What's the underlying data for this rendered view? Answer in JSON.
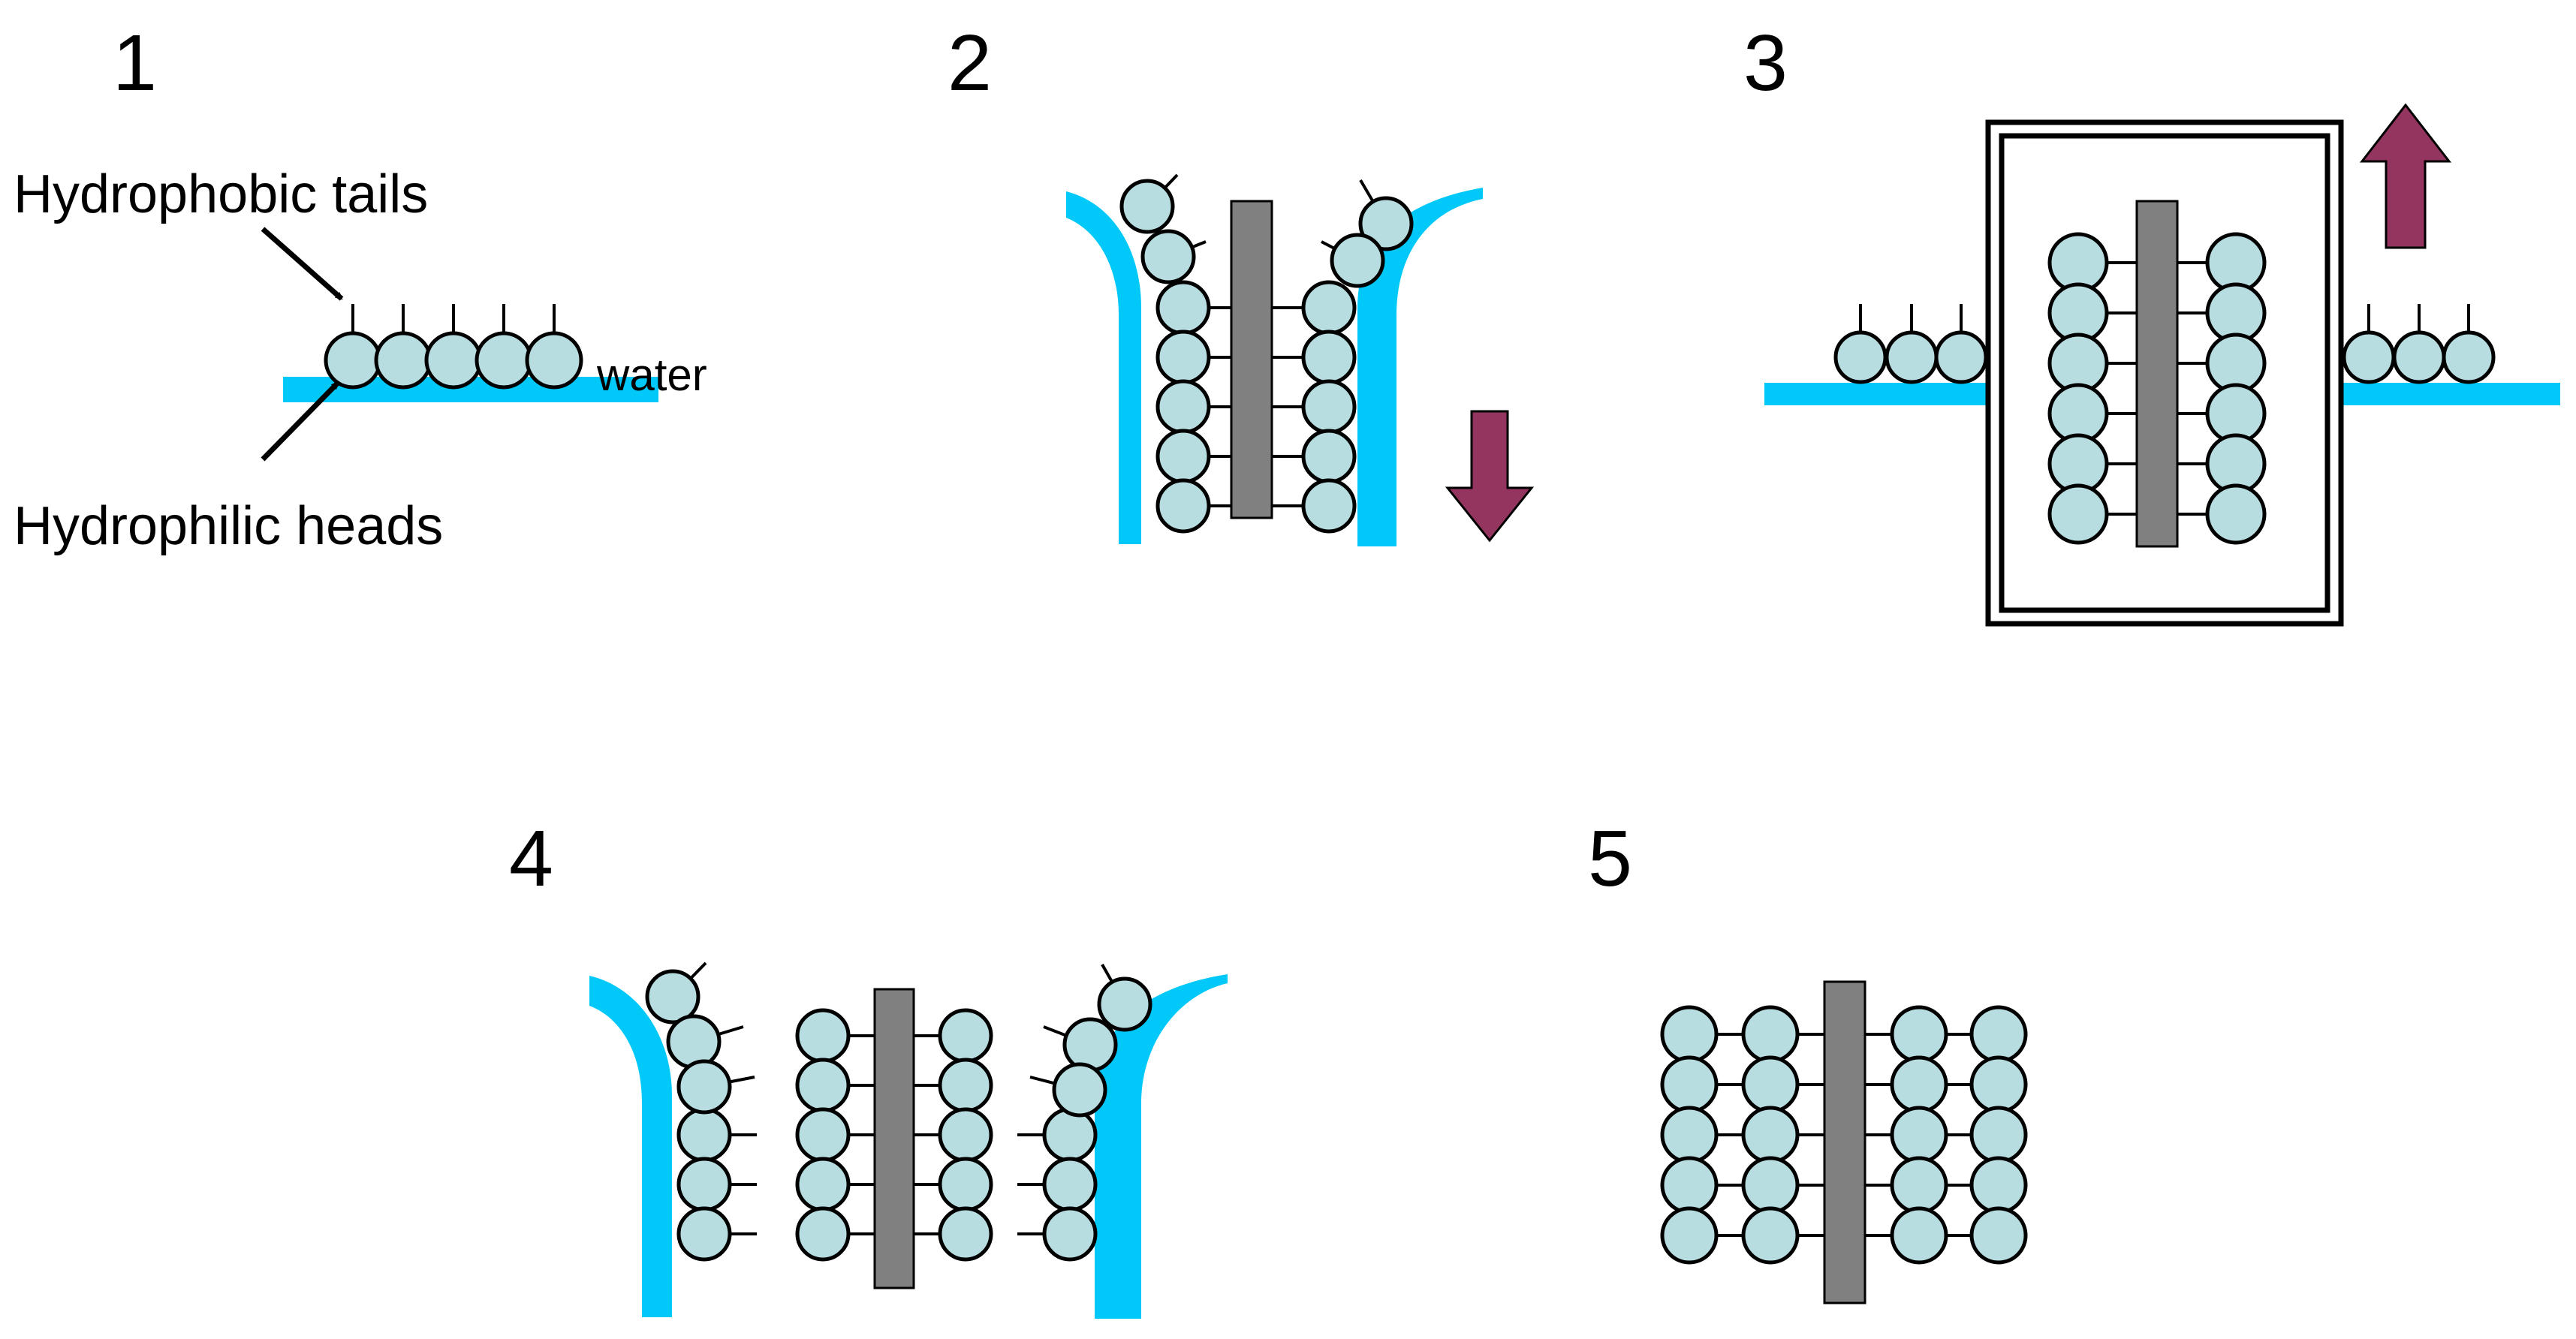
{
  "steps": [
    "1",
    "2",
    "3",
    "4",
    "5"
  ],
  "labels": {
    "hydrophobic_tails": "Hydrophobic tails",
    "hydrophilic_heads": "Hydrophilic heads",
    "water": "water"
  },
  "colors": {
    "water": "#00C8F8",
    "head_fill": "#B8DDE0",
    "head_stroke": "#000000",
    "substrate": "#808080",
    "arrow": "#943560"
  },
  "icons": {
    "step2": "down-arrow-icon",
    "step3": "up-arrow-icon"
  }
}
